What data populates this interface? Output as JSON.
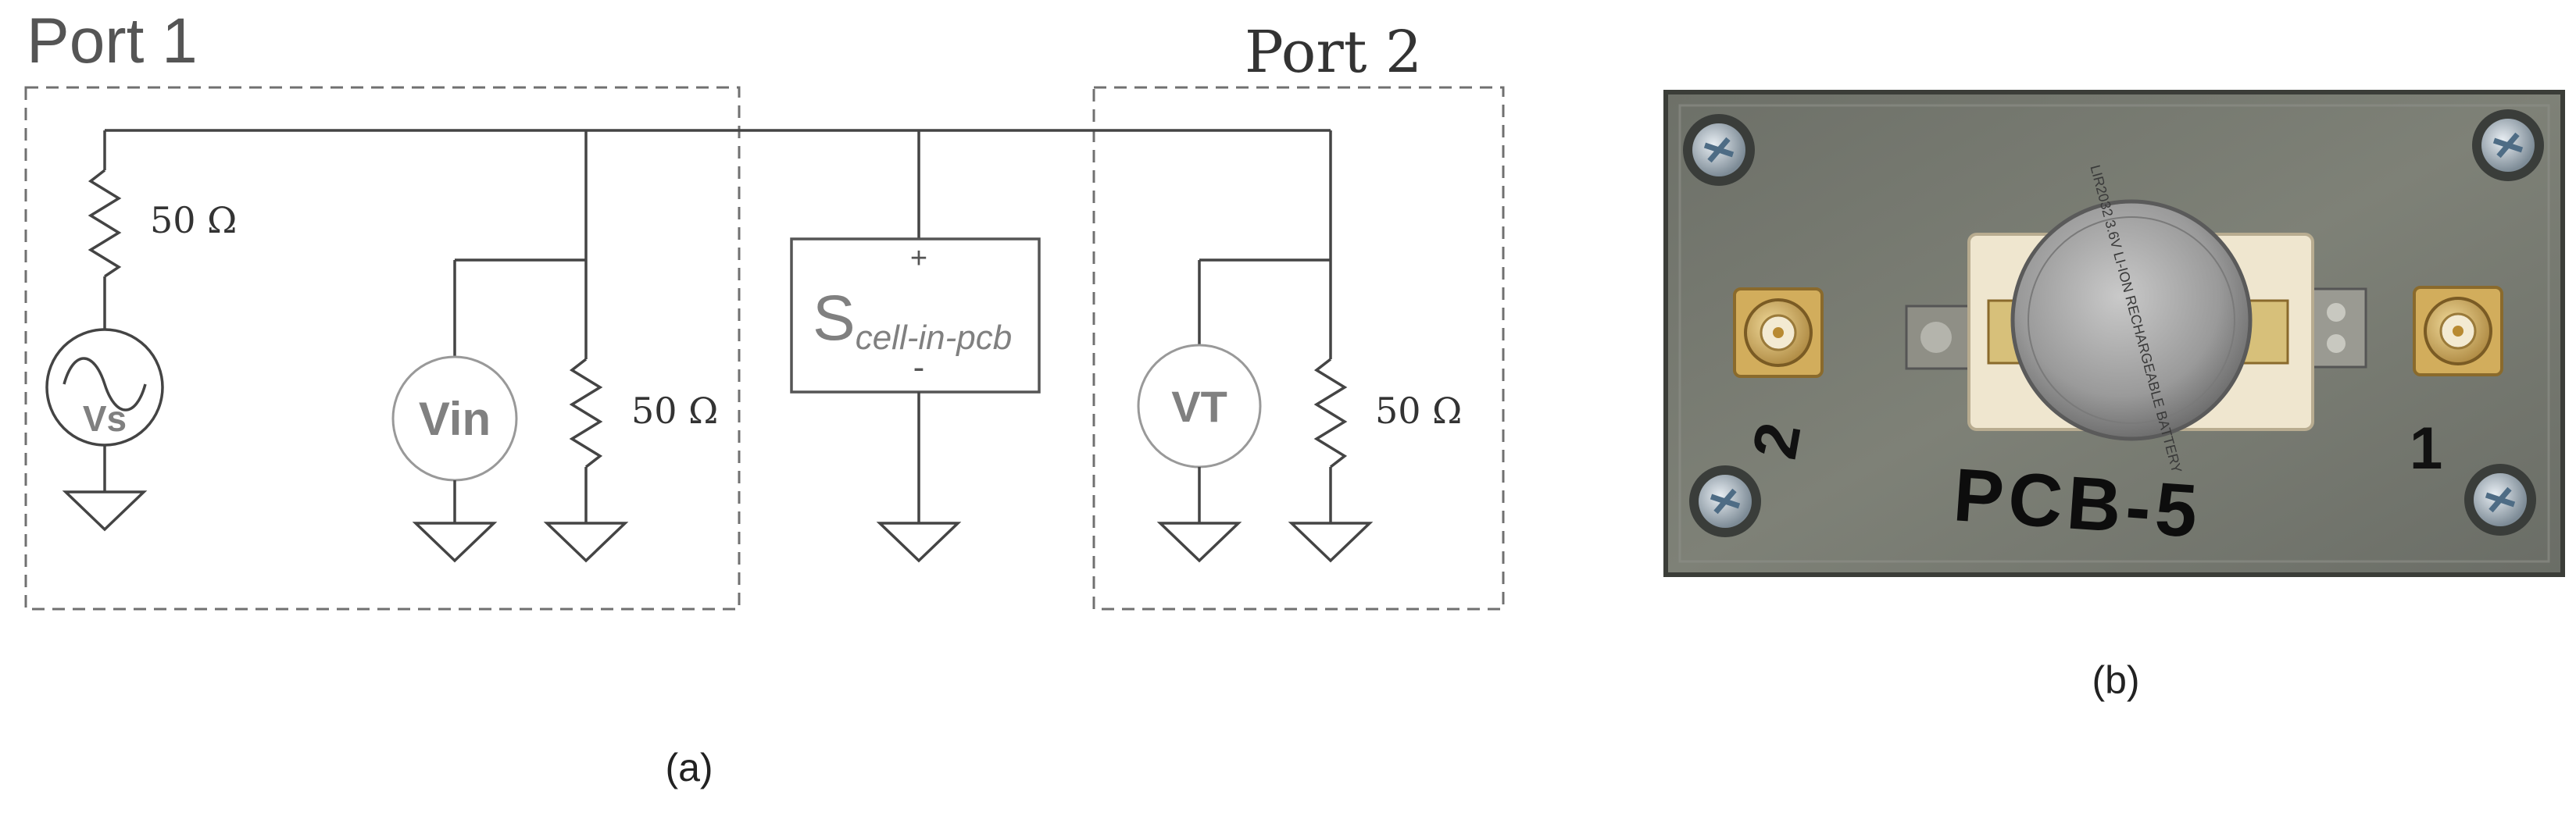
{
  "diagram": {
    "port1_label": "Port 1",
    "port2_label": "Port 2",
    "res_source_label": "50 Ω",
    "res_port1_label": "50 Ω",
    "res_port2_label": "50 Ω",
    "vs_label": "Vs",
    "vin_label": "Vin",
    "vt_label": "VT",
    "dut_symbol": "S",
    "dut_subscript": "cell-in-pcb",
    "dut_plus": "+",
    "dut_minus": "-",
    "caption_a": "(a)"
  },
  "photo": {
    "caption_b": "(b)",
    "handwritten_left": "2",
    "handwritten_right": "1",
    "handwritten_label": "PCB-5",
    "battery_text": "LIR2032  3.6V  LI-ION RECHARGEABLE BATTERY"
  },
  "colors": {
    "wire": "#444444",
    "muted_text": "#808080",
    "board": "#77796f"
  }
}
